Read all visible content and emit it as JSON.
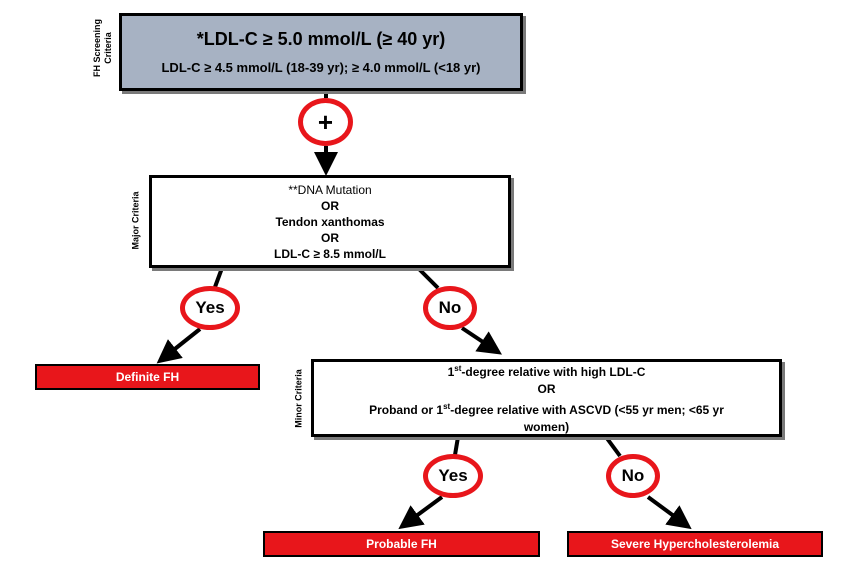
{
  "screening": {
    "side_label_line1": "FH Screening",
    "side_label_line2": "Criteria",
    "main": "*LDL-C ≥ 5.0 mmol/L (≥ 40 yr)",
    "sub": "LDL-C ≥ 4.5 mmol/L (18-39 yr); ≥ 4.0 mmol/L (<18 yr)"
  },
  "plus_label": "+",
  "major": {
    "side_label": "Major Criteria",
    "lines": [
      "**DNA Mutation",
      "OR",
      "Tendon xanthomas",
      "OR",
      "LDL-C ≥ 8.5 mmol/L"
    ]
  },
  "branch1": {
    "yes": "Yes",
    "no": "No"
  },
  "outcome_definite": "Definite FH",
  "minor": {
    "side_label": "Minor Criteria",
    "line1_pre": "1",
    "line1_sup": "st",
    "line1_post": "-degree relative with high LDL-C",
    "or": "OR",
    "line2_pre": "Proband or 1",
    "line2_sup": "st",
    "line2_post": "-degree relative with ASCVD (<55 yr men; <65 yr",
    "line3": "women)"
  },
  "branch2": {
    "yes": "Yes",
    "no": "No"
  },
  "outcome_probable": "Probable FH",
  "outcome_severe": "Severe Hypercholesterolemia",
  "colors": {
    "red": "#e8161b",
    "screen_box": "#a7b2c3"
  }
}
